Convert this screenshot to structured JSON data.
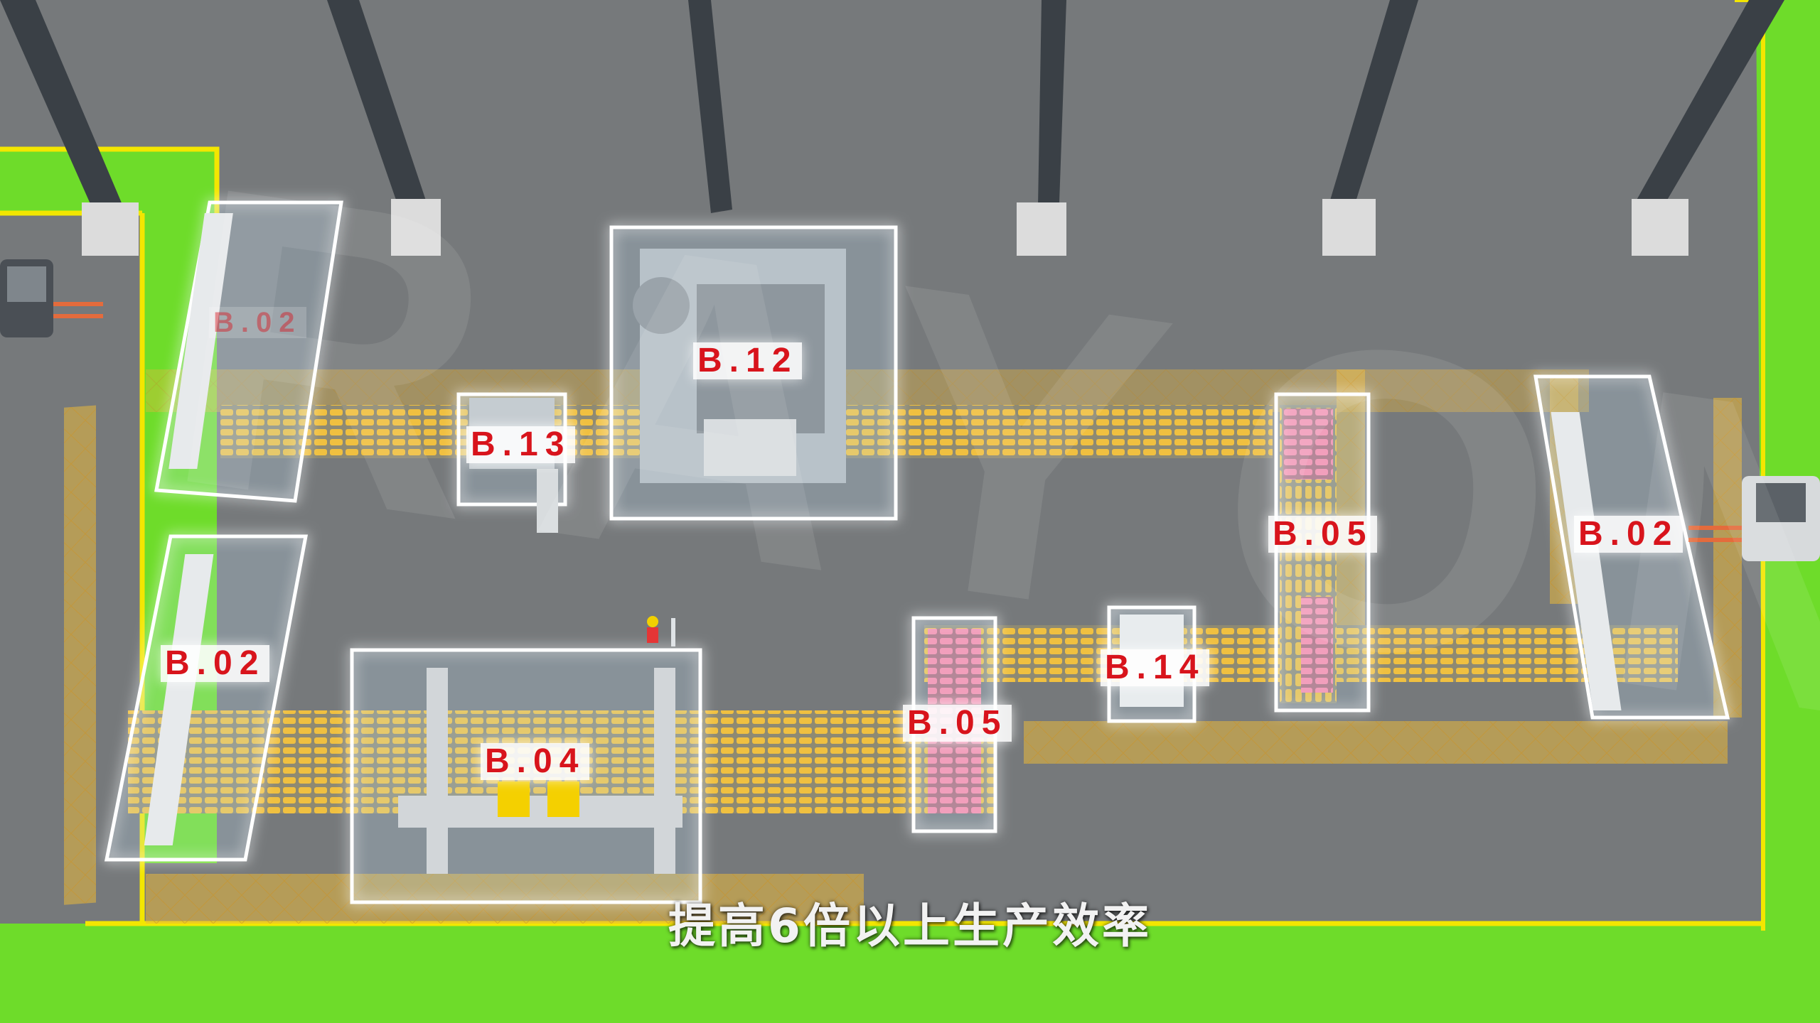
{
  "stations": [
    {
      "id": "b02-top-left",
      "label": "B.02",
      "faint": true
    },
    {
      "id": "b13",
      "label": "B.13"
    },
    {
      "id": "b12",
      "label": "B.12"
    },
    {
      "id": "b05-right",
      "label": "B.05"
    },
    {
      "id": "b02-right",
      "label": "B.02"
    },
    {
      "id": "b02-left",
      "label": "B.02"
    },
    {
      "id": "b14",
      "label": "B.14"
    },
    {
      "id": "b05-mid",
      "label": "B.05"
    },
    {
      "id": "b04",
      "label": "B.04"
    }
  ],
  "caption": "提高6倍以上生产效率",
  "watermark": "RAYON",
  "colors": {
    "floor": "#76797b",
    "safety_zone": "#6edc2a",
    "zone_border": "#f3e600",
    "fence": "#e8b83c",
    "station_glow": "#8fc8ff",
    "label_text": "#d8141c",
    "conveyor_roller": "#f0c040",
    "column": "#3a4046"
  },
  "icons": [
    "forklift-icon",
    "worker-icon"
  ]
}
